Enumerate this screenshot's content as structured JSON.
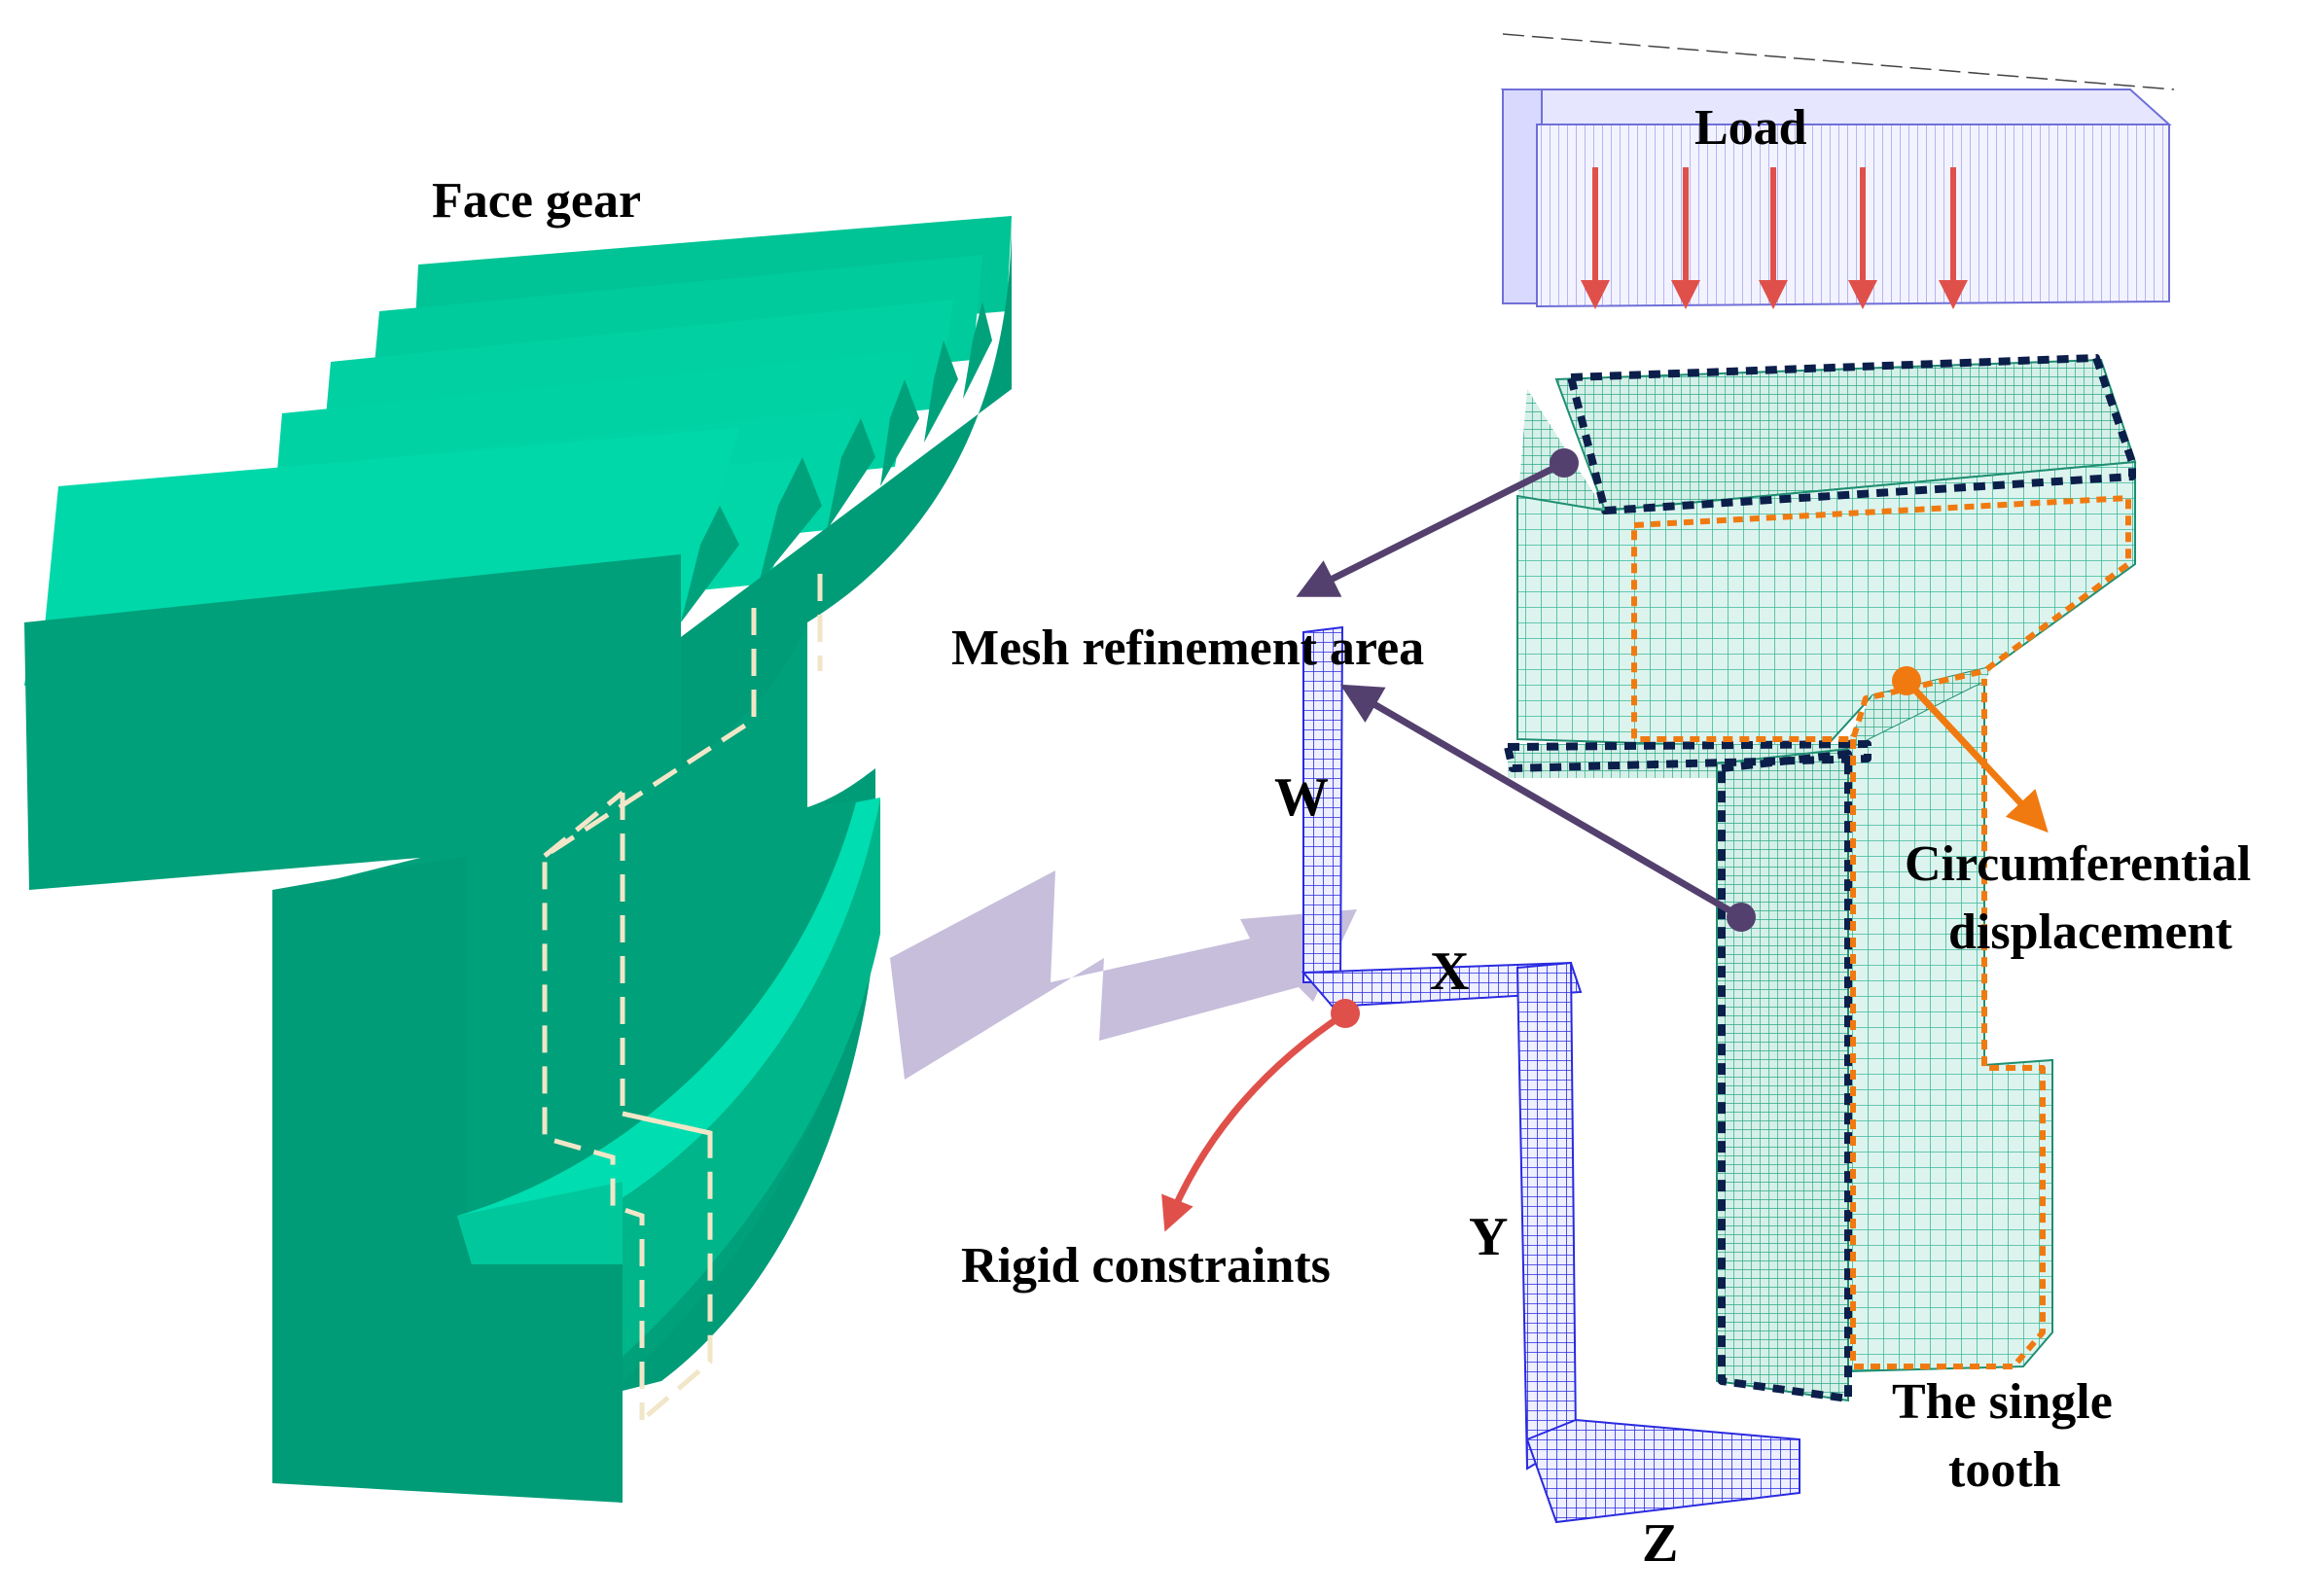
{
  "labels": {
    "face_gear": "Face gear",
    "load": "Load",
    "mesh_refinement": "Mesh refinement area",
    "circumferential_line1": "Circumferential",
    "circumferential_line2": "displacement",
    "rigid_constraints": "Rigid constraints",
    "single_tooth_line1": "The single",
    "single_tooth_line2": "tooth",
    "axis_w": "W",
    "axis_x": "X",
    "axis_y": "Y",
    "axis_z": "Z"
  },
  "colors": {
    "gear_top": "#00CFA0",
    "gear_face": "#00A07A",
    "gear_dark": "#008A6A",
    "mesh_line": "#3CB89A",
    "mesh_fill": "#DDF4EE",
    "blue_mesh": "#2A2AE0",
    "load_arrow": "#E0504A",
    "navy_dash": "#0C1E4A",
    "orange_dash": "#F07A10",
    "purple_arrow": "#54406E",
    "big_arrow": "#C6BEDB",
    "cut_dash": "#F2E6C8"
  },
  "icons": {
    "load_arrows": "arrow-down-icon",
    "annotation_arrow": "arrow-icon",
    "transition_arrow": "zigzag-arrow-icon"
  }
}
